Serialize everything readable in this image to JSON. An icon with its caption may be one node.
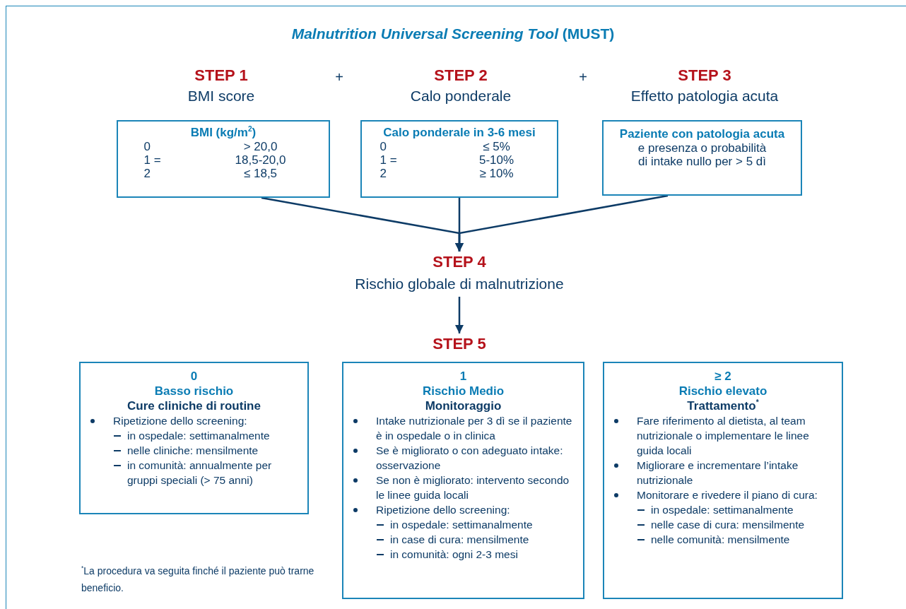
{
  "diagram": {
    "title": "*Malnutrition Universal Screening Tool* **(MUST)**",
    "nodes": [
      {
        "text": [
          "BMI (kg/m$^{2}$)",
          "0",
          "> 20,0",
          "1 =",
          "18,5-20,0",
          "2",
          "≤ 18,5"
        ]
      },
      {
        "text": [
          "Calo ponderale in 3-6 mesi",
          "0",
          "≤ 5%",
          "1 =",
          "5-10%",
          "2",
          "≥ 10%"
        ]
      },
      {
        "text": [
          "Paziente con patologia acuta",
          "e presenza o probabilità di intake nullo per > 5 dì"
        ]
      },
      {
        "text": [
          "STEP 4",
          "Rischio globale di malnutrizione"
        ]
      },
      {
        "text": [
          "STEP 5"
        ]
      },
      {
        "text": [
          "0",
          "Basso rischio",
          "Cure cliniche di routine",
          "Ripetizione dello screening:",
          "in ospedale: settimanalmente",
          "nelle cliniche: mensilmente",
          "in comunità: annualmente per gruppi speciali (> 75 anni)"
        ]
      },
      {
        "text": [
          "1",
          "Rischio Medio",
          "Monitoraggio",
          "Intake nutrizionale per 3 dì se il paziente è in ospedale o in clinica",
          "Se è migliorato o con adeguato intake: osservazione",
          "Se non è migliorato: intervento secondo le linee guida locali",
          "Ripetizione dello screening:",
          "in ospedale: settimanalmente",
          "in case di cura: mensilmente",
          "in comunità: ogni 2-3 mesi"
        ]
      },
      {
        "text": [
          "≥ 2",
          "Rischio elevato",
          "Trattamento$^{*}$",
          "Fare riferimento al dietista, al team nutrizionale o implementare le linee guida locali",
          "Migliorare e incrementare l’intake nutrizionale",
          "Monitorare e rivedere il piano di cura:",
          "in ospedale: settimanalmente",
          "nelle case di cura: mensilmente",
          "nelle comunità: mensilmente"
        ]
      }
    ],
    "edges": [
      {
        "from": 0,
        "to": 3,
        "arrow": "to"
      },
      {
        "from": 1,
        "to": 3,
        "arrow": "to"
      },
      {
        "from": 2,
        "to": 3,
        "arrow": "to"
      },
      {
        "from": 3,
        "to": 4,
        "arrow": "to"
      }
    ],
    "labels": [
      "STEP 1",
      "BMI score",
      "+",
      "STEP 2",
      "Calo ponderale",
      "+",
      "STEP 3",
      "Effetto patologia acuta",
      "$^{*}$La procedura va seguita finché il paziente può trarne beneficio."
    ]
  }
}
